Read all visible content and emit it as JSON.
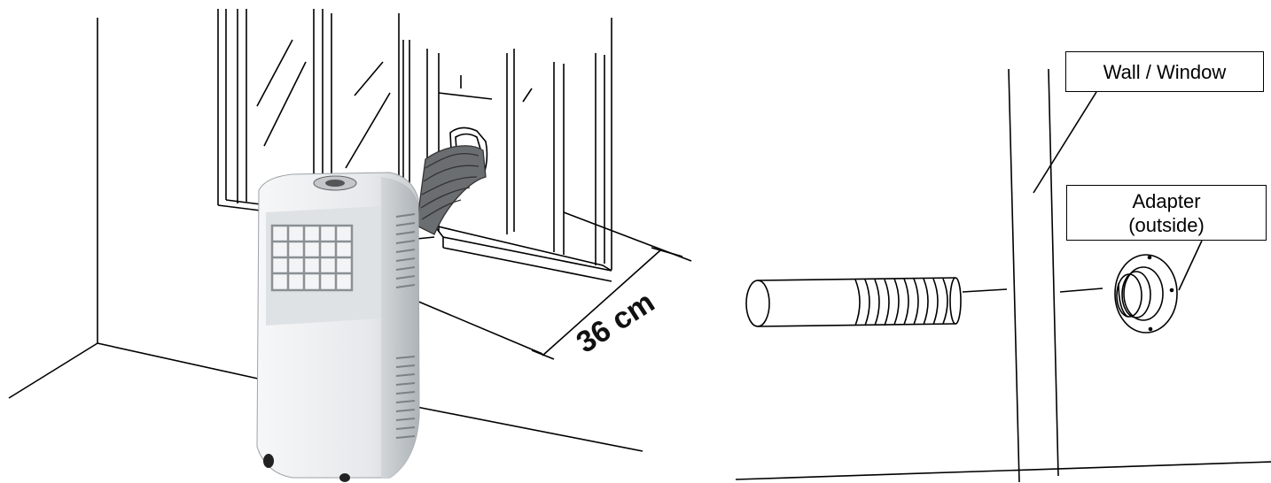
{
  "dimension": {
    "width_label": "36 cm"
  },
  "labels": {
    "wall_window": "Wall / Window",
    "adapter_line1": "Adapter",
    "adapter_line2": "(outside)"
  },
  "colors": {
    "line": "#000000",
    "unit_body": "#eceff0",
    "unit_shadow": "#c9cdd0",
    "hose": "#333333"
  }
}
